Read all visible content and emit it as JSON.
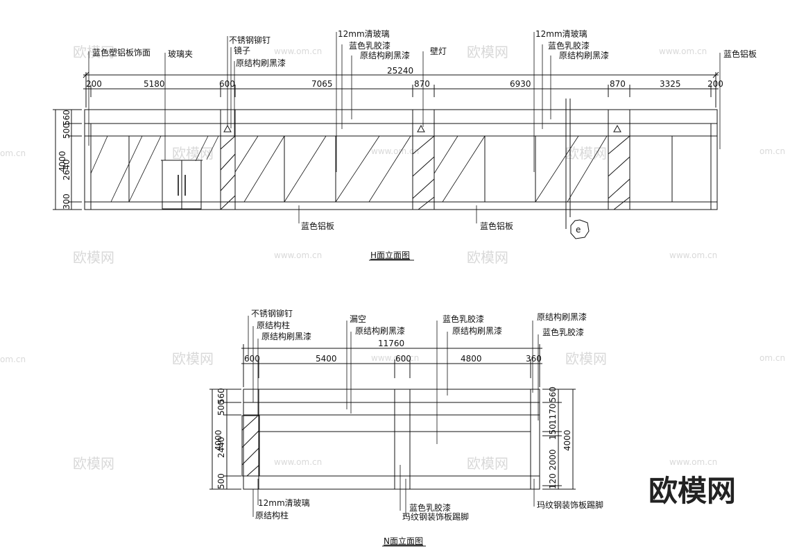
{
  "watermark": {
    "logo": "欧模网",
    "url": "www.om.cn",
    "partial_url": "om.cn"
  },
  "corner_logo": "欧模网",
  "h_elevation": {
    "title": "H面立面图",
    "overall_width": "25240",
    "segments": [
      "200",
      "5180",
      "600",
      "7065",
      "870",
      "6930",
      "870",
      "3325",
      "200"
    ],
    "vertical_total": "4000",
    "vertical_segments": [
      "500",
      "560",
      "2640",
      "300"
    ],
    "labels": {
      "blue_plastic_panel": "蓝色塑铝板饰面",
      "glass_clamp": "玻璃夹",
      "ss_rivet": "不锈钢铆钉",
      "mirror": "镜子",
      "black_paint_1": "原结构刷黑漆",
      "clear_glass_1": "12mm清玻璃",
      "blue_latex_1": "蓝色乳胶漆",
      "black_paint_2": "原结构刷黑漆",
      "wall_lamp": "壁灯",
      "clear_glass_2": "12mm清玻璃",
      "blue_latex_2": "蓝色乳胶漆",
      "black_paint_3": "原结构刷黑漆",
      "blue_al_right": "蓝色铝板",
      "blue_al_bottom_1": "蓝色铝板",
      "blue_al_bottom_2": "蓝色铝板",
      "section_mark": "e"
    }
  },
  "n_elevation": {
    "title": "N面立面图",
    "overall_width": "11760",
    "segments": [
      "600",
      "5400",
      "600",
      "4800",
      "360"
    ],
    "left_total": "4000",
    "left_segments": [
      "500",
      "560",
      "2440",
      "500"
    ],
    "right_total": "4000",
    "right_segments": [
      "560",
      "1170",
      "150",
      "2000",
      "120"
    ],
    "labels": {
      "ss_rivet": "不锈钢铆钉",
      "orig_column": "原结构柱",
      "black_paint_1": "原结构刷黑漆",
      "hollow": "漏空",
      "black_paint_2": "原结构刷黑漆",
      "blue_latex_top": "蓝色乳胶漆",
      "black_paint_3": "原结构刷黑漆",
      "black_paint_right": "原结构刷黑漆",
      "blue_latex_right": "蓝色乳胶漆",
      "clear_glass": "12mm清玻璃",
      "orig_column_bottom": "原结构柱",
      "blue_latex_bottom": "蓝色乳胶漆",
      "baseboard_1": "玛纹钢装饰板踢脚",
      "baseboard_2": "玛纹钢装饰板踢脚"
    }
  }
}
